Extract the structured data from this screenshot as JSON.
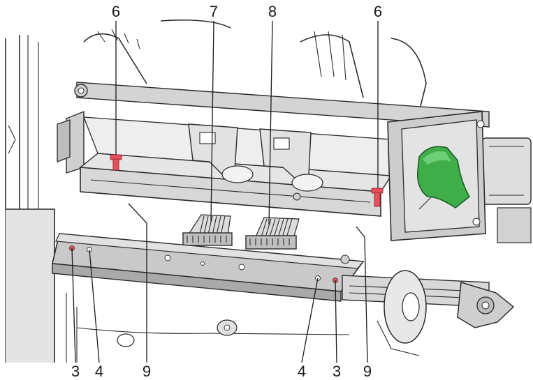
{
  "figure": {
    "callouts": {
      "c6_left": "6",
      "c7": "7",
      "c8": "8",
      "c6_right": "6",
      "c3_left": "3",
      "c4_left": "4",
      "c9_left": "9",
      "c4_right": "4",
      "c3_right": "3",
      "c9_right": "9"
    },
    "colors": {
      "line": "#1a1a1a",
      "metal_light": "#dcdcdc",
      "metal_mid": "#c4c4c4",
      "metal_dark": "#a9a9a9",
      "lever_green": "#3fae49",
      "screw_red": "#e8505b"
    }
  }
}
